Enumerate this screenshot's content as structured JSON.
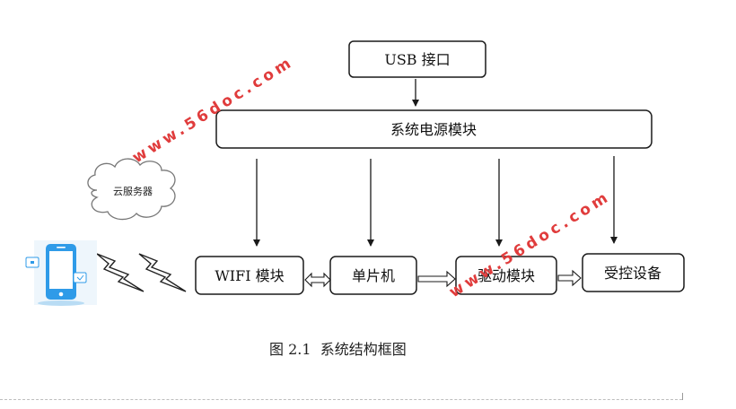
{
  "diagram": {
    "boxes": {
      "usb": "USB 接口",
      "power": "系统电源模块",
      "wifi": "WIFI 模块",
      "mcu": "单片机",
      "driver": "驱动模块",
      "device": "受控设备"
    },
    "cloud_label": "云服务器",
    "watermark_text": "www.56doc.com",
    "caption": "图 2.1  系统结构框图"
  },
  "colors": {
    "line": "#1a1a1a",
    "watermark": "#e03c3c",
    "phone": "#2f9be8"
  },
  "icons": [
    "smartphone-icon",
    "lightning-bolt-icon",
    "cloud-icon"
  ]
}
